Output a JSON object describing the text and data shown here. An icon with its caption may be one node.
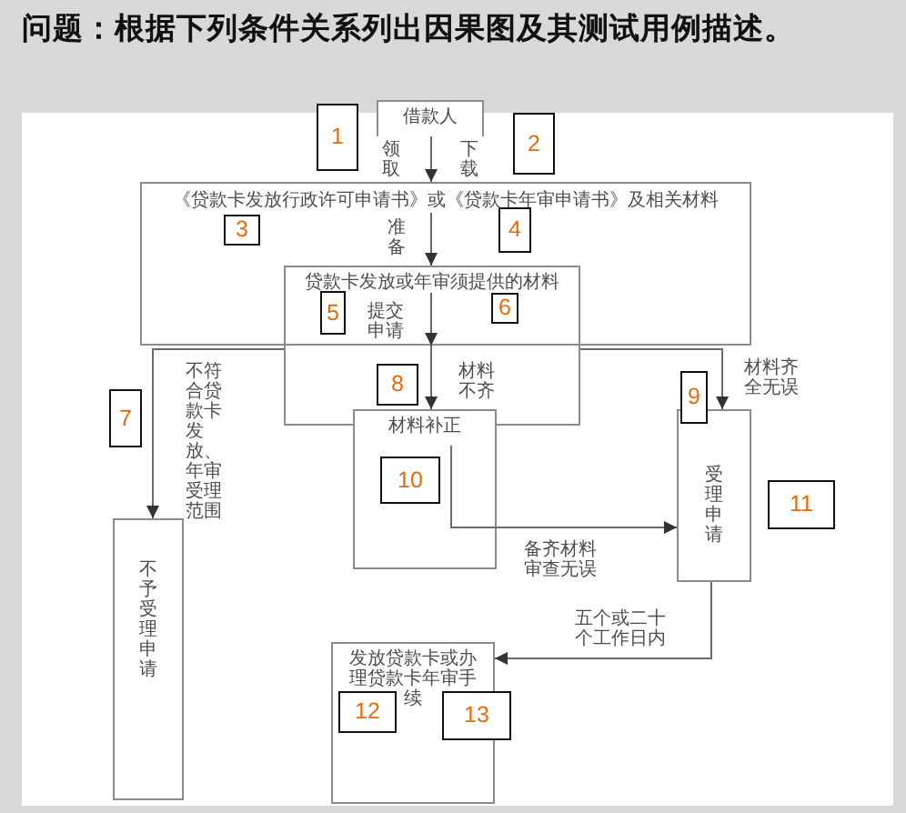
{
  "diagram": {
    "title": "问题：根据下列条件关系列出因果图及其测试用例描述。",
    "nodes": [
      {
        "text": [
          "借款人"
        ]
      },
      {
        "text": [
          "《贷款卡发放行政许可申请书》或《贷款卡年审申请书》及相关材料"
        ]
      },
      {
        "text": [
          "贷款卡发放或年审须提供的材料"
        ],
        "in": 1
      },
      {
        "text": [
          "材料补正"
        ]
      },
      {
        "text": [
          "不予受理申请"
        ]
      },
      {
        "text": [
          "受理申请"
        ]
      },
      {
        "text": [
          "发放贷款卡或办理贷款卡年审手续"
        ]
      }
    ],
    "edges": [
      {
        "from": 0,
        "to": 1,
        "arrow": "to",
        "label": "领取"
      },
      {
        "from": 1,
        "to": 2,
        "arrow": "to",
        "label": "准备"
      },
      {
        "from": 2,
        "to": 3,
        "arrow": "to",
        "label": "材料不齐"
      },
      {
        "from": 2,
        "to": 4,
        "arrow": "to",
        "label": "不符合贷款卡发放、年审受理范围"
      },
      {
        "from": 2,
        "to": 5,
        "arrow": "to",
        "label": "材料齐全无误"
      },
      {
        "from": 3,
        "to": 5,
        "arrow": "to",
        "label": "备齐材料审查无误"
      },
      {
        "from": 5,
        "to": 6,
        "arrow": "to",
        "label": "五个或二十个工作日内"
      }
    ],
    "labels": [
      "1",
      "2",
      "下载",
      "3",
      "4",
      "5",
      "提交申请",
      "6",
      "7",
      "8",
      "9",
      "10",
      "11",
      "12",
      "13"
    ]
  }
}
